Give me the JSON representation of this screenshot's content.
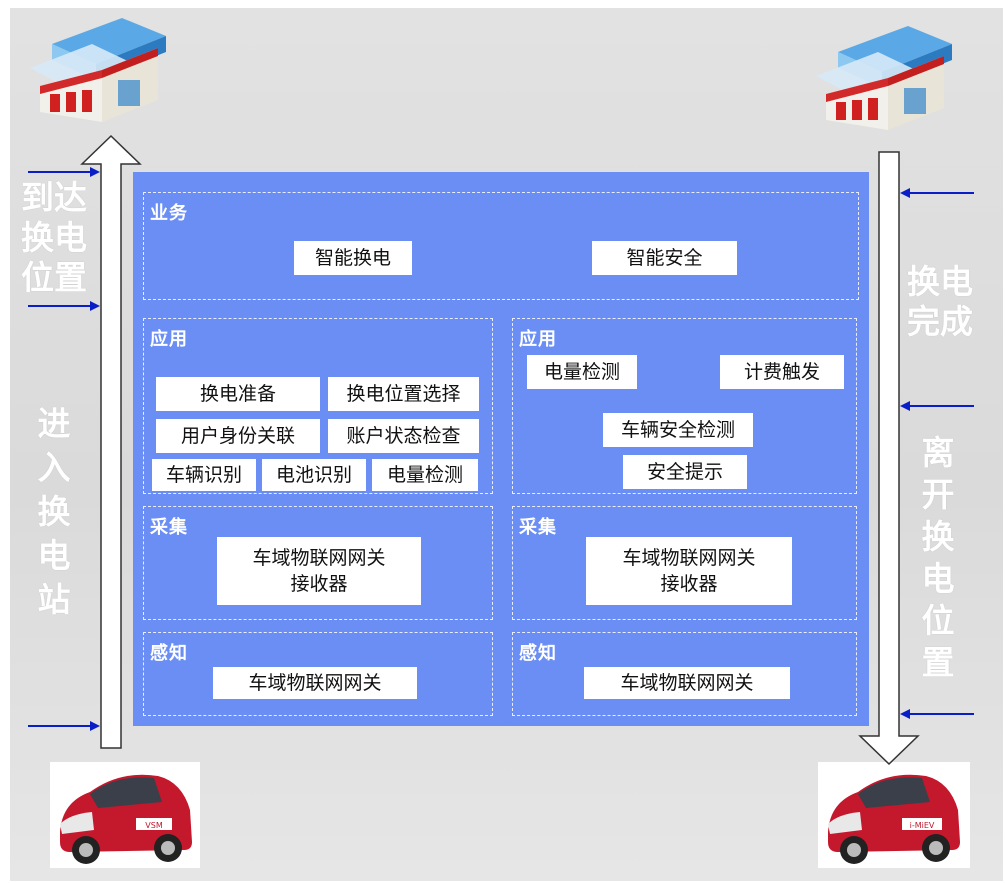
{
  "left_labels": {
    "arrive": [
      "到达",
      "换电",
      "位置"
    ],
    "enter": [
      "进",
      "入",
      "换",
      "电",
      "站"
    ]
  },
  "right_labels": {
    "complete": [
      "换电",
      "完成"
    ],
    "leave": [
      "离",
      "开",
      "换",
      "电",
      "位",
      "置"
    ]
  },
  "business": {
    "title": "业务",
    "items": [
      "智能换电",
      "智能安全"
    ]
  },
  "left_app": {
    "title": "应用",
    "items": [
      "换电准备",
      "换电位置选择",
      "用户身份关联",
      "账户状态检查",
      "车辆识别",
      "电池识别",
      "电量检测"
    ]
  },
  "right_app": {
    "title": "应用",
    "items": [
      "电量检测",
      "计费触发",
      "车辆安全检测",
      "安全提示"
    ]
  },
  "left_collect": {
    "title": "采集",
    "lines": [
      "车域物联网网关",
      "接收器"
    ]
  },
  "right_collect": {
    "title": "采集",
    "lines": [
      "车域物联网网关",
      "接收器"
    ]
  },
  "left_sense": {
    "title": "感知",
    "item": "车域物联网网关"
  },
  "right_sense": {
    "title": "感知",
    "item": "车域物联网网关"
  },
  "car_plates": {
    "left": "VSM",
    "right": "i-MiEV"
  },
  "colors": {
    "panel": "#6b8ef5",
    "arrow_blue": "#0a1ec8",
    "background": "#dcdcdc"
  }
}
